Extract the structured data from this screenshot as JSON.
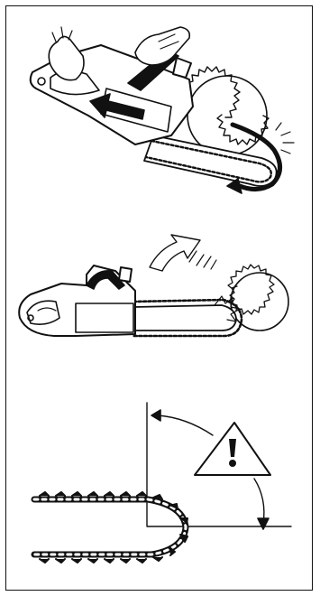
{
  "document": {
    "panels": [
      {
        "illustration": "chainsaw-kickback-pull-back-illustration"
      },
      {
        "illustration": "chainsaw-kickback-rotation-illustration"
      },
      {
        "illustration": "saw-chain-kickback-zone-illustration"
      }
    ],
    "icons": [
      "warning-triangle-icon",
      "direction-arrow-icon",
      "rotation-arrow-icon"
    ],
    "colors": {
      "ink": "#111111",
      "paper": "#ffffff",
      "grey": "#c8c8c8"
    }
  }
}
